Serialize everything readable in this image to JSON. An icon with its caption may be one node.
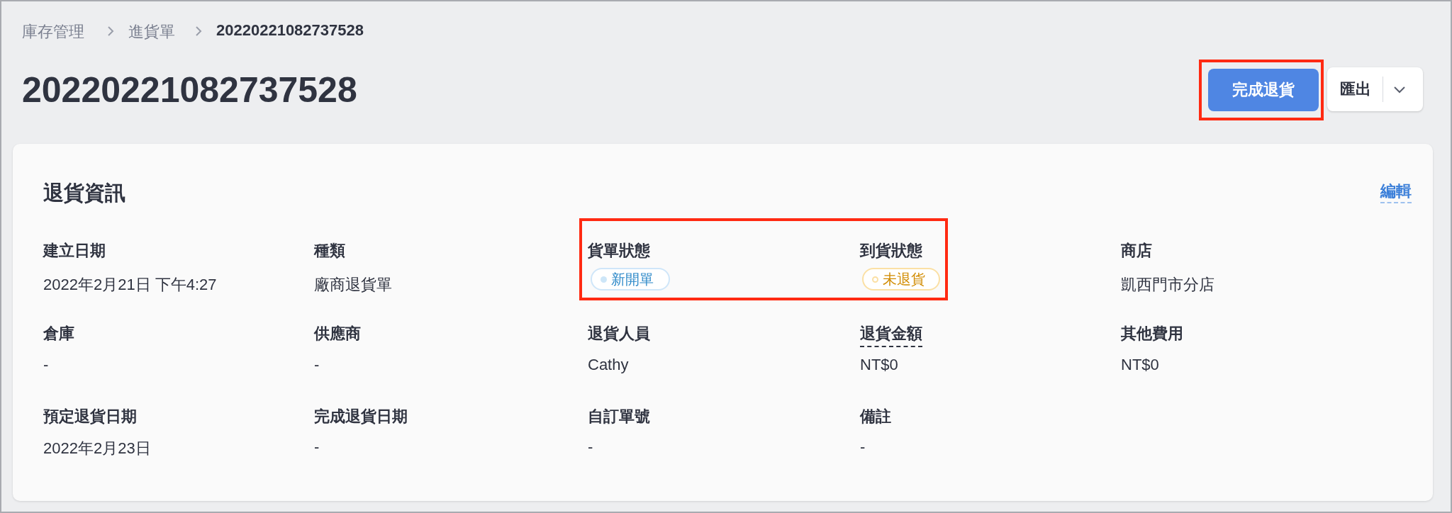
{
  "diagram": {
    "nodes": [
      {
        "text": [],
        "shape": "box"
      },
      {
        "text": [
          "完成退貨"
        ],
        "in": 0
      },
      {
        "text": [
          "匯出"
        ]
      },
      {
        "text": [],
        "shape": "box"
      },
      {
        "text": [
          "新開單"
        ],
        "in": 3
      },
      {
        "text": [
          "未退貨"
        ],
        "in": 3
      }
    ],
    "labels": [
      "庫存管理",
      "進貨單",
      "20220221082737528",
      "20220221082737528",
      "退貨資訊",
      "編輯",
      "建立日期",
      "種類",
      "貨單狀態",
      "到貨狀態",
      "商店",
      "2022年2月21日 下午4:27",
      "廠商退貨單",
      "凱西門市分店",
      "倉庫",
      "供應商",
      "退貨人員",
      "退貨金額",
      "其他費用",
      "-",
      "-",
      "Cathy",
      "NT$0",
      "NT$0",
      "預定退貨日期",
      "完成退貨日期",
      "自訂單號",
      "備註",
      "2022年2月23日",
      "-",
      "-",
      "-"
    ]
  }
}
